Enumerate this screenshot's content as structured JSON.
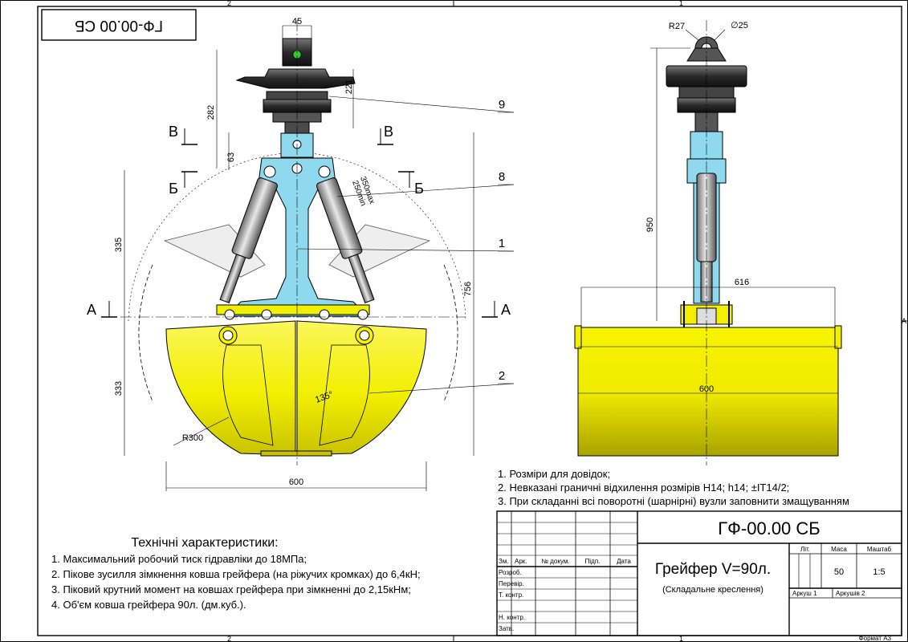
{
  "sheet": {
    "stamp_rotated": "ГФ-00.00 СБ",
    "zone_top_left": "2",
    "zone_top_right": "1",
    "zone_bottom_left": "2",
    "zone_bottom_right": "1",
    "zone_right": "A",
    "format": "Формат А3"
  },
  "front_view": {
    "dims": {
      "width_top": "45",
      "d221": "221",
      "d282": "282",
      "d63": "63",
      "d335": "335",
      "d333": "333",
      "d756": "756",
      "stroke": "350max\n250min",
      "radius": "R300",
      "angle": "135°",
      "width_bottom": "600"
    },
    "sections": {
      "v": "В",
      "b": "Б",
      "a": "А"
    },
    "callouts": [
      "9",
      "8",
      "1",
      "2"
    ]
  },
  "side_view": {
    "dims": {
      "radius": "R27",
      "diameter": "∅25",
      "height": "950",
      "width_616": "616",
      "width_600": "600"
    }
  },
  "notes": [
    "1. Розміри для довідок;",
    "2. Невказані граничні відхилення розмірів H14; h14;  ±IT14/2;",
    "3. При складанні всі поворотні (шарнірні) вузли заповнити змащуванням"
  ],
  "specs": {
    "title": "Технічні характеристики:",
    "items": [
      "1. Максимальний робочий тиск гідравліки до 18МПа;",
      "2. Пікове зусилля зімкнення ковша грейфера (на ріжучих кромках) до 6,4кН;",
      "3. Піковий крутний момент на ковшах грейфера при зімкненні до 2,15кНм;",
      "4. Об'єм ковша грейфера 90л. (дм.куб.)."
    ]
  },
  "title_block": {
    "designation": "ГФ-00.00 СБ",
    "name": "Грейфер V=90л.",
    "subtitle": "(Складальне креслення)",
    "col_headers": [
      "Зм.",
      "Арк.",
      "№ докум.",
      "Підп.",
      "Дата"
    ],
    "roles": [
      "Розроб.",
      "Перевір.",
      "Т. контр.",
      "",
      "Н. контр.",
      "Затв."
    ],
    "lit_label": "Літ.",
    "mass_label": "Маса",
    "scale_label": "Маштаб",
    "mass": "50",
    "scale": "1:5",
    "sheet": "Аркуш 1",
    "sheets": "Аркушів 2"
  },
  "colors": {
    "bucket": "#f2ef00",
    "frame": "#8fd9ee",
    "metal": "#3a3a3a"
  }
}
